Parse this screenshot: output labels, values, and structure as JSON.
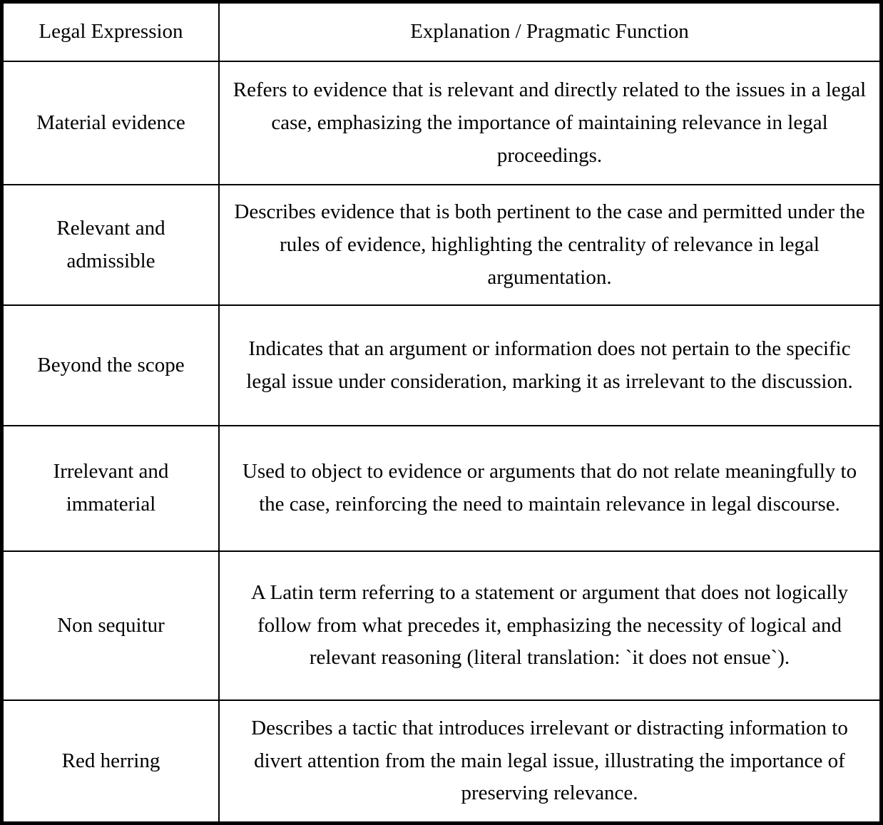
{
  "colors": {
    "border": "#000000",
    "background": "#ffffff",
    "text": "#000000"
  },
  "table": {
    "headers": {
      "expression": "Legal Expression",
      "explanation": "Explanation / Pragmatic Function"
    },
    "rows": [
      {
        "expression": "Material evidence",
        "explanation": "Refers to evidence that is relevant and directly related to the issues in a legal case, emphasizing the importance of maintaining relevance in legal proceedings."
      },
      {
        "expression": "Relevant and admissible",
        "explanation": "Describes evidence that is both pertinent to the case and permitted under the rules of evidence, highlighting the centrality of relevance in legal argumentation."
      },
      {
        "expression": "Beyond the scope",
        "explanation": "Indicates that an argument or information does not pertain to the specific legal issue under consideration, marking it as irrelevant to the discussion."
      },
      {
        "expression": "Irrelevant and immaterial",
        "explanation": "Used to object to evidence or arguments that do not relate meaningfully to the case, reinforcing the need to maintain relevance in legal discourse."
      },
      {
        "expression": "Non sequitur",
        "explanation": "A Latin term referring to a statement or argument that does not logically follow from what precedes it, emphasizing the necessity of logical and relevant reasoning (literal translation: `it does not ensue`)."
      },
      {
        "expression": "Red herring",
        "explanation": "Describes a tactic that introduces irrelevant or distracting information to divert attention from the main legal issue, illustrating the importance of preserving relevance."
      }
    ]
  }
}
